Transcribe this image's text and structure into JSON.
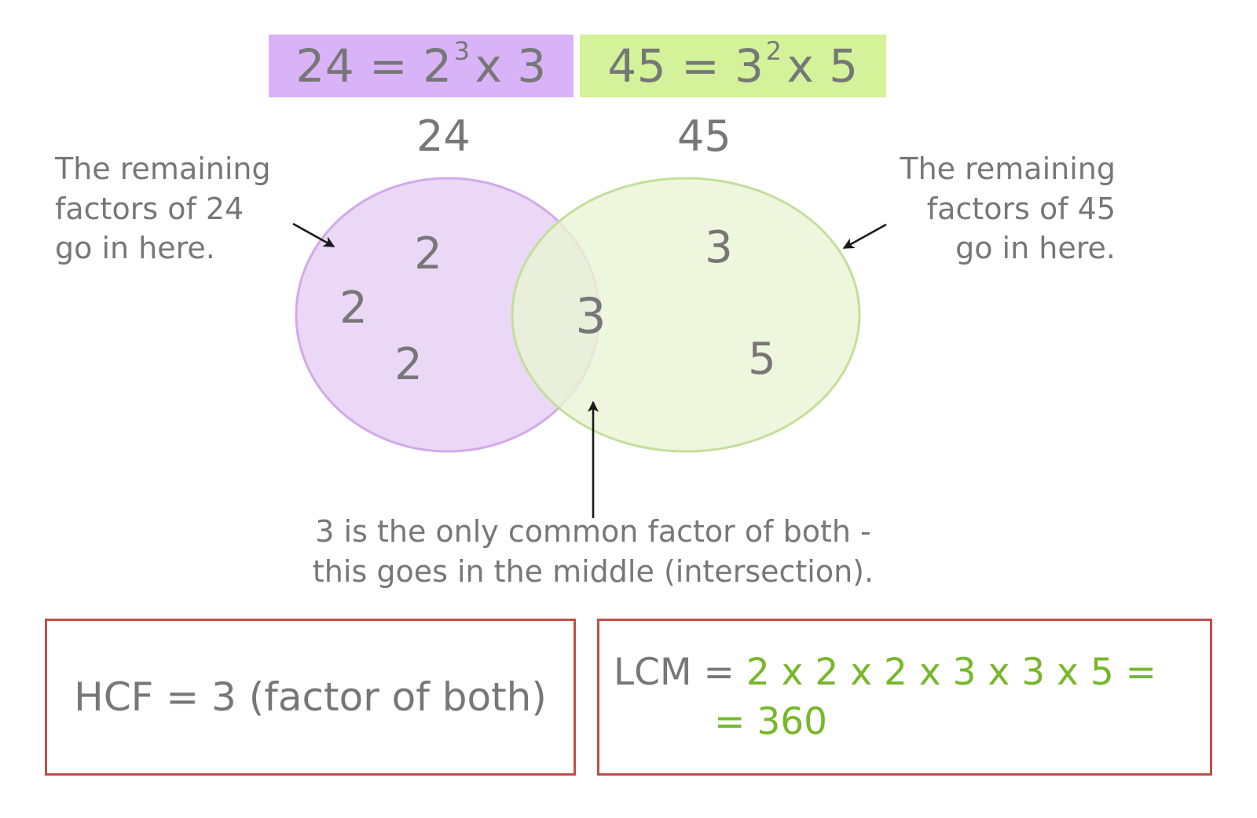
{
  "colors": {
    "purple_chip_bg": "#d9b3f7",
    "green_chip_bg": "#d4f299",
    "purple_ellipse_fill": "#e9d5f5",
    "purple_ellipse_stroke": "#d2a9ea",
    "green_ellipse_fill": "#eaf5d4",
    "green_ellipse_stroke": "#c3df9a",
    "text_gray": "#777777",
    "accent_green": "#76b82a",
    "box_border_red": "#bf4f4a",
    "arrow_black": "#1a1a1a"
  },
  "factorisations": {
    "left": {
      "number": "24",
      "equals": "=",
      "base": "2",
      "exponent": "3",
      "times": "x",
      "other": "3",
      "full_text": "24 = 2³ x 3"
    },
    "right": {
      "number": "45",
      "equals": "=",
      "base": "3",
      "exponent": "2",
      "times": "x",
      "other": "5",
      "full_text": "45 = 3² x 5"
    }
  },
  "venn": {
    "left_set_label": "24",
    "right_set_label": "45",
    "left_only_factors": [
      "2",
      "2",
      "2"
    ],
    "intersection_factors": [
      "3"
    ],
    "right_only_factors": [
      "3",
      "5"
    ]
  },
  "callouts": {
    "left": "The remaining\nfactors of 24\ngo in here.",
    "right": "The remaining\nfactors of 45\ngo in here.",
    "bottom": "3 is the only common factor of both -\nthis goes in the middle (intersection)."
  },
  "results": {
    "hcf": {
      "text": "HCF = 3 (factor of both)"
    },
    "lcm": {
      "prefix": "LCM = ",
      "expression": "2 x 2 x 2 x 3 x 3 x 5 =",
      "value": "= 360"
    }
  },
  "icons": {
    "arrow_left": "arrow-pointing-into-left-circle",
    "arrow_right": "arrow-pointing-into-right-circle",
    "arrow_middle": "arrow-pointing-into-intersection"
  }
}
